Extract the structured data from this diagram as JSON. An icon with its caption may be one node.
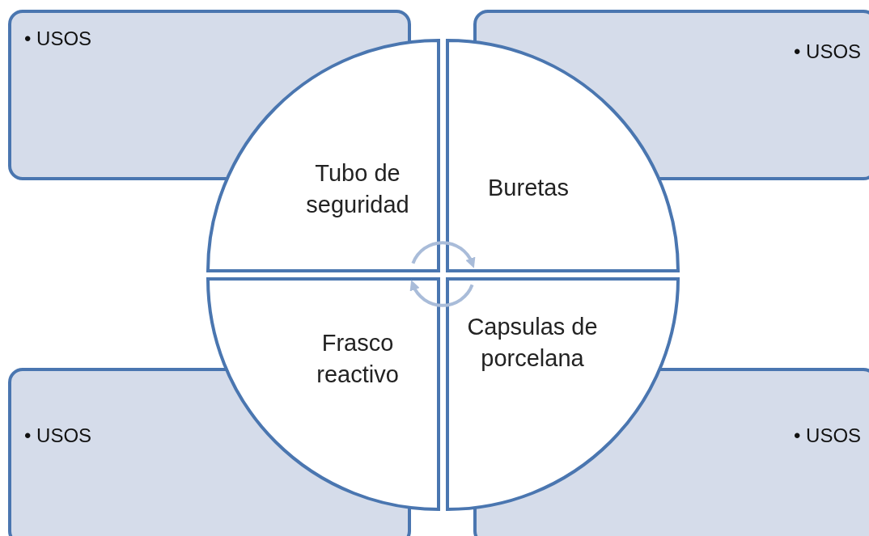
{
  "diagram": {
    "nodes": [
      {
        "text": [
          "• USOS"
        ]
      },
      {
        "text": [
          "• USOS"
        ]
      },
      {
        "text": [
          "Tubo de seguridad"
        ]
      },
      {
        "text": [
          "Buretas"
        ]
      },
      {
        "text": [
          "Frasco reactivo"
        ]
      },
      {
        "text": [
          "Capsulas de porcelana"
        ]
      },
      {
        "text": [
          "• USOS"
        ]
      },
      {
        "text": [
          "• USOS"
        ]
      }
    ],
    "edges": [
      {
        "from": 2,
        "to": 3,
        "arrow": "to"
      },
      {
        "from": 5,
        "to": 4,
        "arrow": "to"
      }
    ]
  }
}
